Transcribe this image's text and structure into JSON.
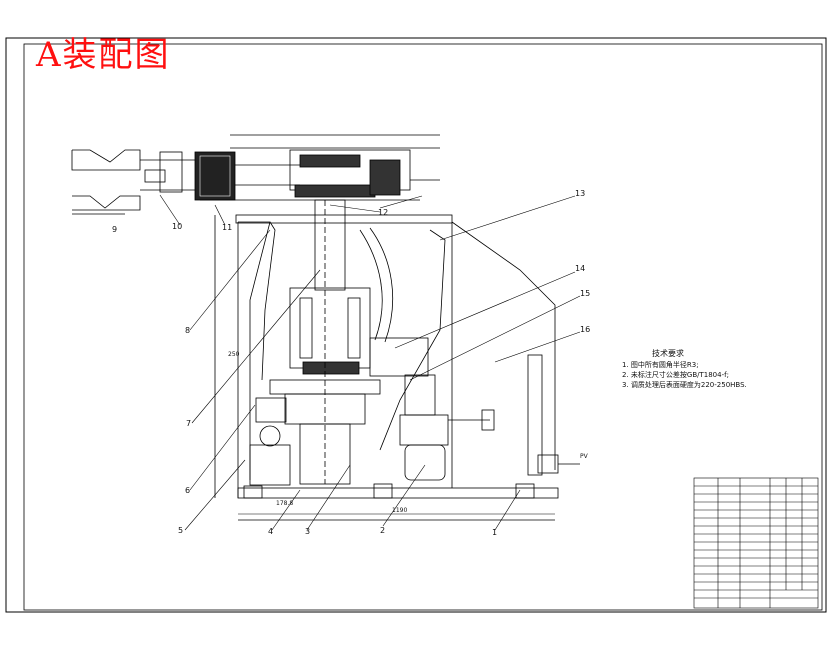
{
  "title": "A装配图",
  "tech_requirements": {
    "title": "技术要求",
    "items": [
      "1. 图中所有圆角半径R3;",
      "2. 未标注尺寸公差按GB/T1804-f;",
      "3. 调质处理后表面硬度为220-250HBS."
    ]
  },
  "part_labels": [
    "1",
    "2",
    "3",
    "4",
    "5",
    "6",
    "7",
    "8",
    "9",
    "10",
    "11",
    "12",
    "13",
    "14",
    "15",
    "16"
  ],
  "dimension_labels": {
    "overall_width": "1190",
    "base_offset": "178.8",
    "height_left": "250",
    "port": "PV"
  },
  "colors": {
    "title": "#ff1010",
    "lines": "#000000"
  }
}
